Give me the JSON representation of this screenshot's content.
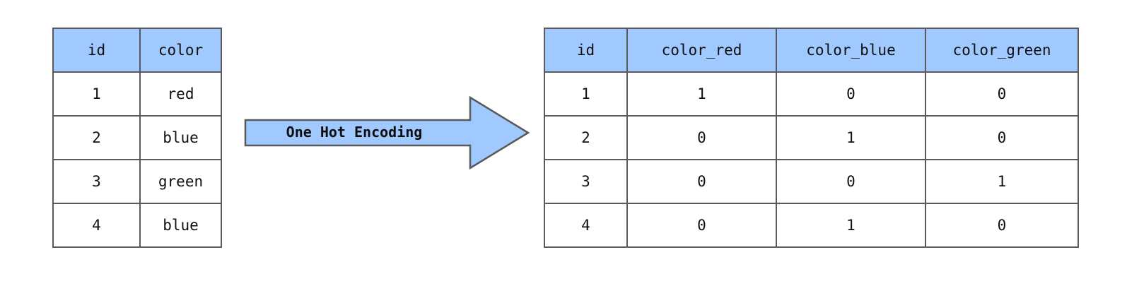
{
  "diagram": {
    "title": "One Hot Encoding",
    "type": "table-transformation",
    "colors": {
      "header_fill": "#a0caff",
      "arrow_fill": "#a0caff",
      "border": "#5a5a5a",
      "background": "#ffffff",
      "text": "#101010"
    }
  },
  "source_table": {
    "name": "source-table",
    "columns": [
      "id",
      "color"
    ],
    "rows": [
      {
        "id": "1",
        "color": "red"
      },
      {
        "id": "2",
        "color": "blue"
      },
      {
        "id": "3",
        "color": "green"
      },
      {
        "id": "4",
        "color": "blue"
      }
    ]
  },
  "arrow": {
    "label": "One Hot Encoding",
    "direction": "right"
  },
  "encoded_table": {
    "name": "encoded-table",
    "columns": [
      "id",
      "color_red",
      "color_blue",
      "color_green"
    ],
    "rows": [
      {
        "id": "1",
        "color_red": "1",
        "color_blue": "0",
        "color_green": "0"
      },
      {
        "id": "2",
        "color_red": "0",
        "color_blue": "1",
        "color_green": "0"
      },
      {
        "id": "3",
        "color_red": "0",
        "color_blue": "0",
        "color_green": "1"
      },
      {
        "id": "4",
        "color_red": "0",
        "color_blue": "1",
        "color_green": "0"
      }
    ]
  }
}
